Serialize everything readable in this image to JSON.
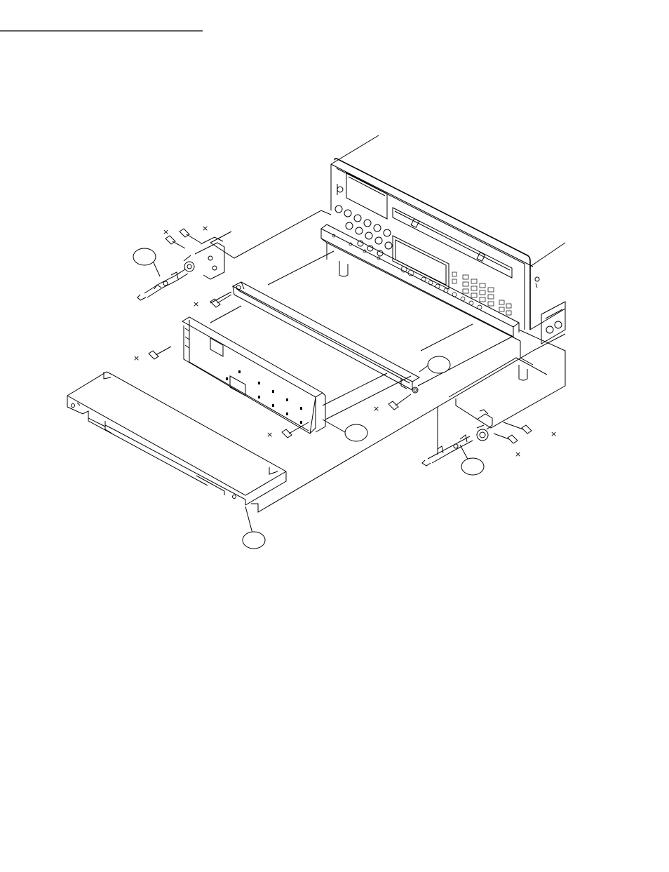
{
  "header": {
    "rule_color": "#000000"
  },
  "diagram": {
    "callouts": [
      {
        "id": "callout-1",
        "label": ""
      },
      {
        "id": "callout-2",
        "label": ""
      },
      {
        "id": "callout-3",
        "label": ""
      },
      {
        "id": "callout-4",
        "label": ""
      },
      {
        "id": "callout-5",
        "label": ""
      }
    ],
    "screw_mark": "×"
  }
}
